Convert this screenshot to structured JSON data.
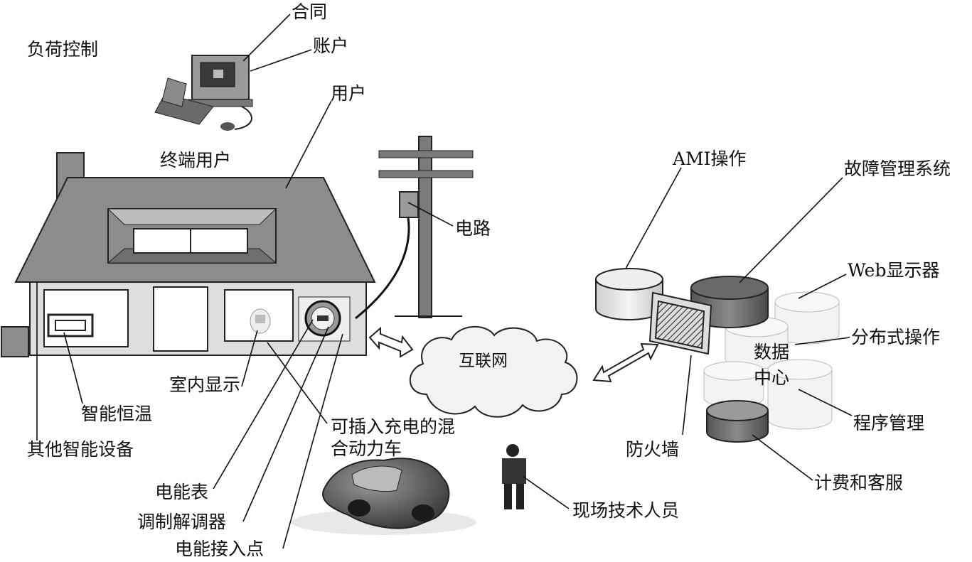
{
  "labels": {
    "load_control": "负荷控制",
    "contract": "合同",
    "account": "账户",
    "user": "用户",
    "end_user": "终端用户",
    "circuit": "电路",
    "internet": "互联网",
    "ami_ops": "AMI操作",
    "outage_mgmt": "故障管理系统",
    "web_display": "Web显示器",
    "distributed_ops": "分布式操作",
    "data_center": "数据\n中心",
    "program_mgmt": "程序管理",
    "firewall": "防火墙",
    "billing": "计费和客服",
    "field_tech": "现场技术人员",
    "phev": "可插入充电的混\n合动力车",
    "in_home_display": "室内显示",
    "smart_thermostat": "智能恒温",
    "other_smart_devices": "其他智能设备",
    "meter": "电能表",
    "modem": "调制解调器",
    "access_point": "电能接入点"
  },
  "icons": [
    "house-icon",
    "computer-icon",
    "utility-pole-icon",
    "cloud-icon",
    "database-icon",
    "firewall-icon",
    "car-icon",
    "person-icon",
    "meter-icon",
    "thermostat-icon",
    "display-icon"
  ],
  "colors": {
    "roof": "#8c8c8c",
    "wall": "#dedede",
    "ink": "#111111",
    "cylinder_dark": "#7a7a7a",
    "cylinder_light": "#e6e6e6"
  }
}
